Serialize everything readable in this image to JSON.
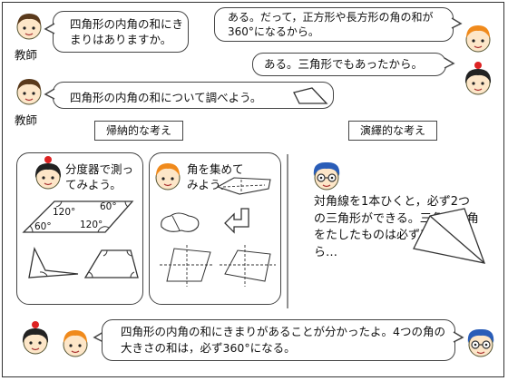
{
  "teacher_label": "教師",
  "dialog": {
    "teacher_q1": "四角形の内角の和にきまりはありますか。",
    "student_a1": "ある。だって，正方形や長方形の角の和が360°になるから。",
    "student_a2": "ある。三角形でもあったから。",
    "teacher_q2": "四角形の内角の和について調べよう。"
  },
  "sections": {
    "inductive_title": "帰納的な考え",
    "deductive_title": "演繹的な考え"
  },
  "inductive": {
    "protractor_text": "分度器で測ってみよう。",
    "collect_text": "角を集めてみよう。",
    "angles": [
      "120°",
      "60°",
      "60°",
      "120°"
    ]
  },
  "deductive": {
    "text": "対角線を1本ひくと，必ず2つの三角形ができる。三角形の角をたしたものは必ず180°だから…"
  },
  "conclusion": "四角形の内角の和にきまりがあることが分かったよ。4つの角の大きさの和は，必ず360°になる。"
}
